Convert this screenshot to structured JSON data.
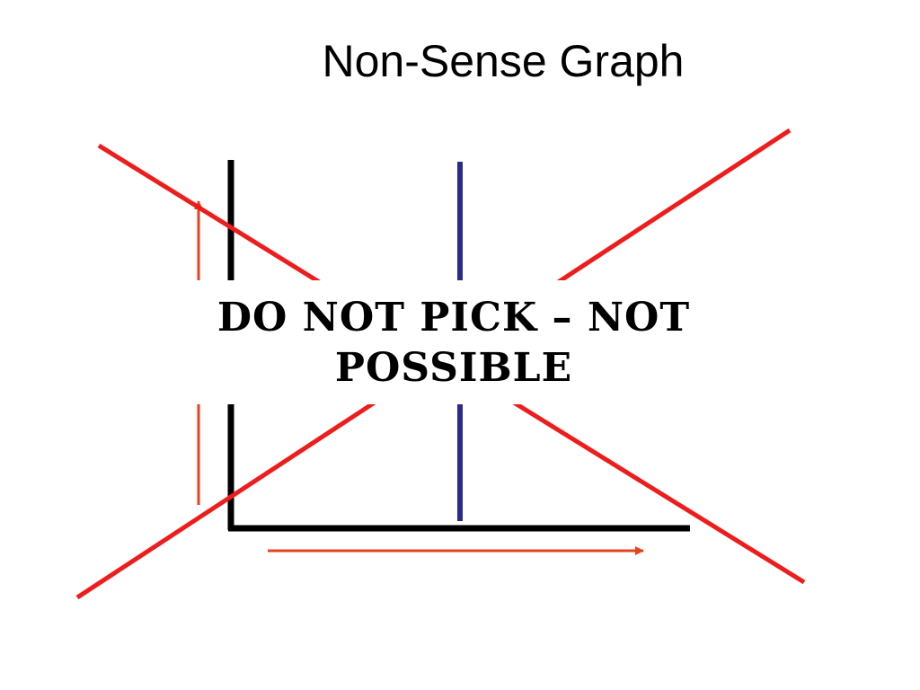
{
  "slide": {
    "title": "Non-Sense Graph",
    "warning": "DO NOT PICK – NOT POSSIBLE"
  },
  "colors": {
    "cross": "#ee1c1c",
    "arrow": "#e8401c",
    "axis": "#000000",
    "vertical_line": "#2b2b8c",
    "background": "#ffffff"
  },
  "icons": {
    "x_arrow": "arrow-right",
    "y_arrow": "arrow-up"
  }
}
